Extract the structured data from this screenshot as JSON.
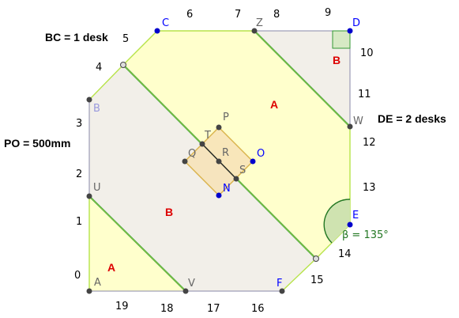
{
  "annotations": {
    "bc": "BC = 1 desk",
    "de": "DE = 2 desks",
    "po": "PO = 500mm",
    "angle": "β = 135°"
  },
  "region_labels": {
    "a1": "A",
    "a2": "A",
    "b1": "B",
    "b2": "B"
  },
  "points": {
    "A": "A",
    "B": "B",
    "C": "C",
    "D": "D",
    "E": "E",
    "F": "F",
    "U": "U",
    "V": "V",
    "W": "W",
    "Z": "Z",
    "P": "P",
    "O": "O",
    "Q": "Q",
    "R": "R",
    "S": "S",
    "T": "T",
    "N": "N"
  },
  "tick_numbers": [
    "0",
    "1",
    "2",
    "3",
    "4",
    "5",
    "6",
    "7",
    "8",
    "9",
    "10",
    "11",
    "12",
    "13",
    "14",
    "15",
    "16",
    "17",
    "18",
    "19"
  ],
  "colors": {
    "yellow_fill": "#ffffcc",
    "gray_fill": "#f2efe9",
    "polygon_edge": "#b7e34a",
    "cut_line": "#339933",
    "inner_fill": "#f7e2b6",
    "inner_edge": "#d9b24a",
    "point_blue": "#0000cc",
    "point_dark": "#444444",
    "label_blue": "#0000ff",
    "label_gray": "#666666",
    "region_red": "#dd0000",
    "angle_green": "#227722",
    "angle_fill": "#cfe3b0",
    "right_angle_fill": "#d6e9c4"
  }
}
